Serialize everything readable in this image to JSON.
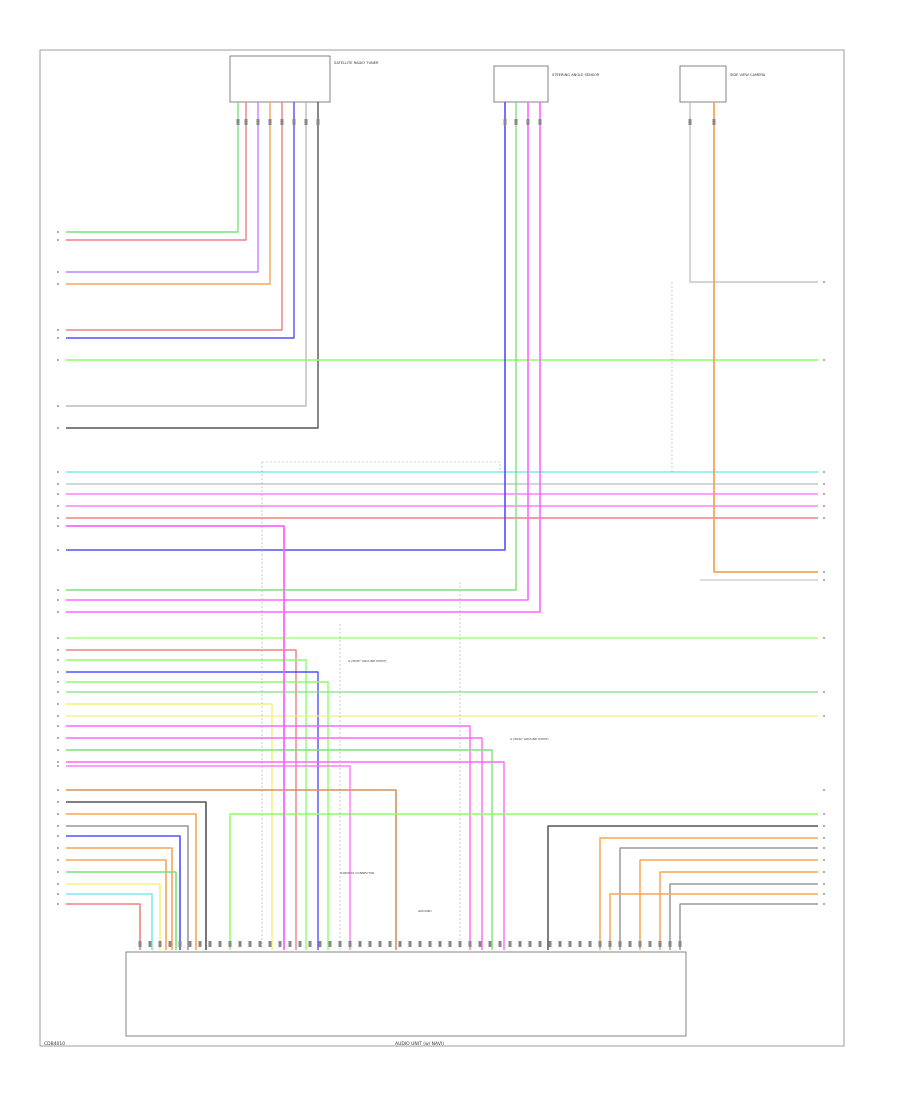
{
  "diagram": {
    "footer_left": "CDB4010",
    "bottom_label": "AUDIO UNIT (w/ NAVI)",
    "components": [
      {
        "id": "top_a",
        "label": "SATELLITE RADIO TUNER"
      },
      {
        "id": "top_b",
        "label": "STEERING ANGLE SENSOR"
      },
      {
        "id": "top_c",
        "label": "SIDE VIEW CAMERA"
      },
      {
        "id": "ground_a",
        "label": "G (BODY GROUND POINT)"
      },
      {
        "id": "ground_b",
        "label": "G (BODY GROUND POINT)"
      },
      {
        "id": "inline_a",
        "label": "HARNESS CONNECTOR"
      },
      {
        "id": "inline_b",
        "label": "GROUND"
      }
    ],
    "colors": {
      "grn": "#7fe07f",
      "red": "#f08080",
      "org": "#f5a55a",
      "pnk": "#ff66ff",
      "blu": "#5050ff",
      "ltgrn": "#8cff66",
      "cyan": "#80e8f0",
      "wht": "#bbbbbb",
      "blk": "#555555",
      "yel": "#f5f07a",
      "brn": "#d29060",
      "gry": "#999999",
      "vio": "#c080ff"
    }
  }
}
